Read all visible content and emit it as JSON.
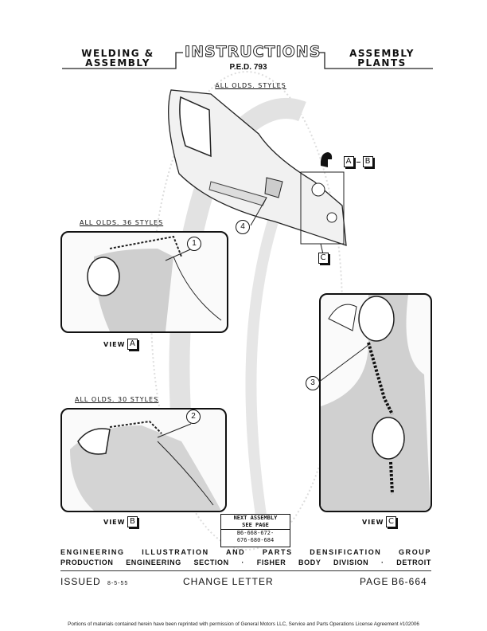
{
  "header": {
    "left_line1": "WELDING &",
    "left_line2": "ASSEMBLY",
    "title": "INSTRUCTIONS",
    "ped": "P.E.D. 793",
    "right_line1": "ASSEMBLY",
    "right_line2": "PLANTS"
  },
  "main_view": {
    "caption": "ALL OLDS. STYLES",
    "view_refs": [
      "A",
      "B",
      "C"
    ],
    "callout": "4"
  },
  "view_a": {
    "caption": "ALL OLDS. 36 STYLES",
    "callout": "1",
    "label": "VIEW",
    "letter": "A"
  },
  "view_b": {
    "caption": "ALL OLDS. 30 STYLES",
    "callout": "2",
    "label": "VIEW",
    "letter": "B"
  },
  "view_c": {
    "callout": "3",
    "label": "VIEW",
    "letter": "C"
  },
  "next_assembly": {
    "line1": "NEXT ASSEMBLY",
    "line2": "SEE PAGE",
    "line3": "B6-668-672-",
    "line4": "676-680-684"
  },
  "footer": {
    "line1": "ENGINEERING ILLUSTRATION AND PARTS DENSIFICATION GROUP",
    "line2": "PRODUCTION ENGINEERING SECTION · FISHER BODY DIVISION · DETROIT",
    "issued_label": "ISSUED",
    "issued_date": "8-5-55",
    "change_letter": "CHANGE LETTER",
    "page_label": "PAGE",
    "page_number": "B6-664"
  },
  "disclaimer": "Portions of materials contained herein have been reprinted with permission of General Motors LLC, Service and Parts Operations License Agreement #102006"
}
